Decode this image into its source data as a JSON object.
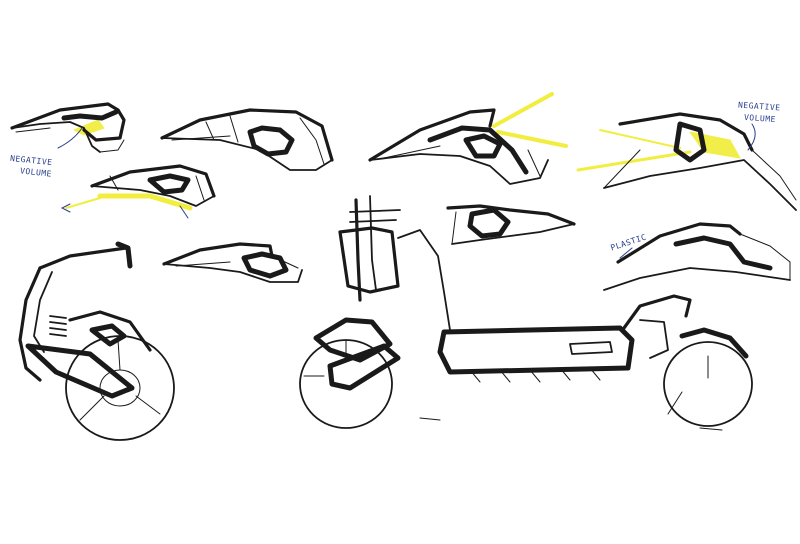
{
  "annotations": [
    {
      "name": "note-negative-volume-left-1",
      "text": "NEGATIVE"
    },
    {
      "name": "note-negative-volume-left-2",
      "text": "VOLUME"
    },
    {
      "name": "note-negative-volume-right-1",
      "text": "NEGATIVE"
    },
    {
      "name": "note-negative-volume-right-2",
      "text": "VOLUME"
    },
    {
      "name": "note-plastic",
      "text": "PLASTIC"
    }
  ],
  "colors": {
    "paper": "#ffffff",
    "ink": "#1a1a1a",
    "highlight": "#f0ec2a",
    "pen_blue": "#2a3f8f"
  }
}
